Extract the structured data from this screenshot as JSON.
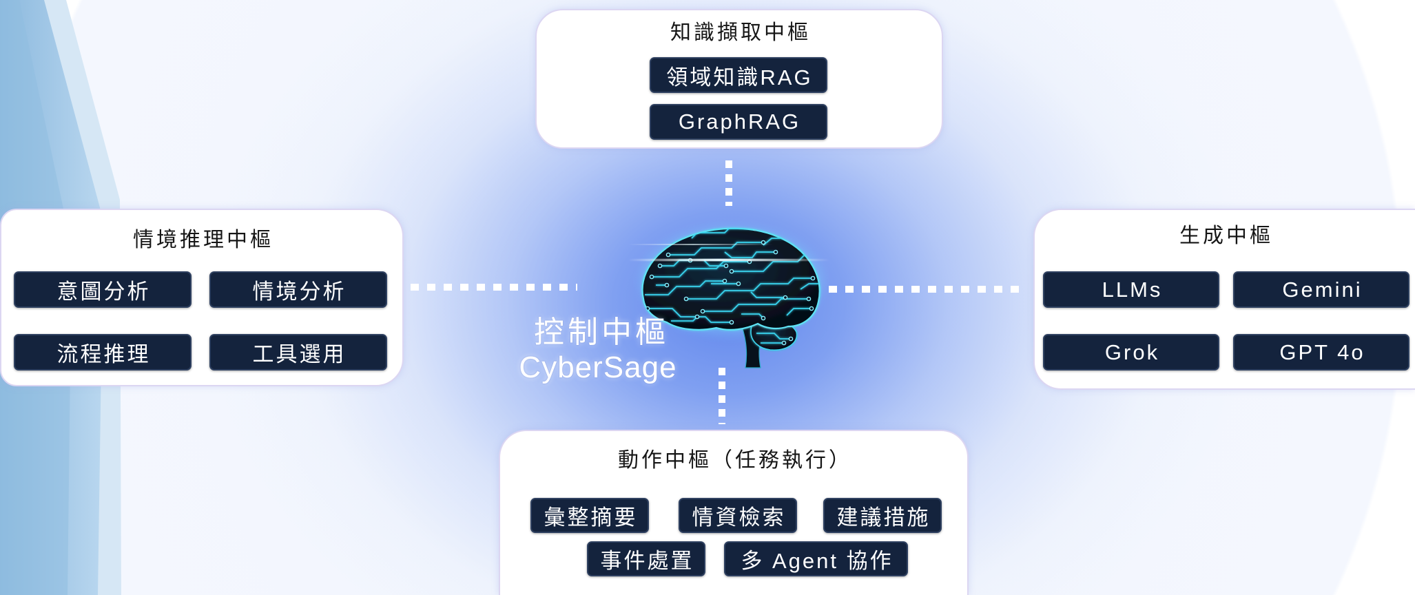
{
  "control_hub": {
    "title": "控制中樞",
    "name": "CyberSage",
    "icon": "brain-circuit-icon"
  },
  "knowledge_hub": {
    "title": "知識擷取中樞",
    "items": [
      "領域知識RAG",
      "GraphRAG"
    ]
  },
  "reasoning_hub": {
    "title": "情境推理中樞",
    "items": [
      "意圖分析",
      "情境分析",
      "流程推理",
      "工具選用"
    ]
  },
  "generation_hub": {
    "title": "生成中樞",
    "items": [
      "LLMs",
      "Gemini",
      "Grok",
      "GPT 4o"
    ]
  },
  "action_hub": {
    "title": "動作中樞（任務執行）",
    "items": [
      "彙整摘要",
      "情資檢索",
      "建議措施",
      "事件處置",
      "多 Agent 協作"
    ]
  },
  "colors": {
    "chip_background": "#14233d",
    "chip_text": "#ffffff",
    "hub_border": "#dcd6f2",
    "connector": "#ffffff",
    "control_text": "#ffffff",
    "glow_blue": "#5c83ec",
    "circuit_cyan": "#38d3ee"
  }
}
